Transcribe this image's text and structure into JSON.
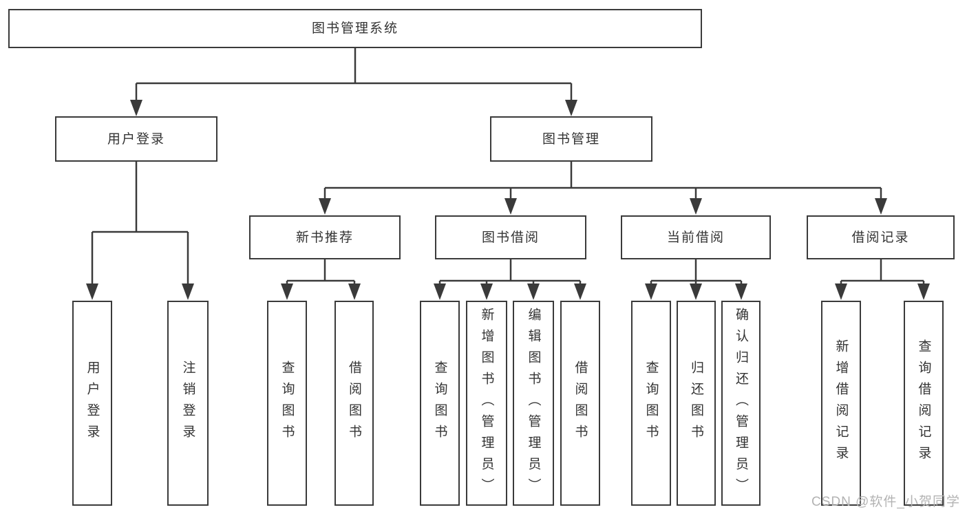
{
  "diagram": {
    "tree": {
      "label": "图书管理系统",
      "children": [
        {
          "label": "用户登录",
          "children": [
            {
              "label": "用户登录"
            },
            {
              "label": "注销登录"
            }
          ]
        },
        {
          "label": "图书管理",
          "children": [
            {
              "label": "新书推荐",
              "children": [
                {
                  "label": "查询图书"
                },
                {
                  "label": "借阅图书"
                }
              ]
            },
            {
              "label": "图书借阅",
              "children": [
                {
                  "label": "查询图书"
                },
                {
                  "label": "新增图书（管理员）"
                },
                {
                  "label": "编辑图书（管理员）"
                },
                {
                  "label": "借阅图书"
                }
              ]
            },
            {
              "label": "当前借阅",
              "children": [
                {
                  "label": "查询图书"
                },
                {
                  "label": "归还图书"
                },
                {
                  "label": "确认归还（管理员）"
                }
              ]
            },
            {
              "label": "借阅记录",
              "children": [
                {
                  "label": "新增借阅记录"
                },
                {
                  "label": "查询借阅记录"
                }
              ]
            }
          ]
        }
      ]
    },
    "colors": {
      "line": "#3a3a3a",
      "text": "#333333",
      "box_background": "#ffffff"
    }
  },
  "watermark": {
    "text": "CSDN @软件_小贺同学"
  }
}
